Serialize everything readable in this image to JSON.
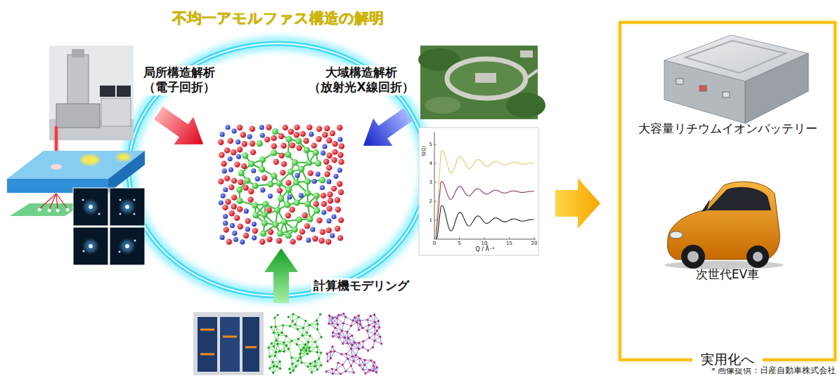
{
  "diagram": {
    "title": "不均一アモルファス構造の解明",
    "nodes": [
      {
        "text": [
          "大容量リチウムイオンバッテリー",
          "次世代EV車",
          "実用化へ"
        ]
      }
    ],
    "labels": [
      "局所構造解析 （電子回折）",
      "大域構造解析 （放射光X線回折）",
      "計算機モデリング",
      "S(Q)",
      "1",
      "2",
      "3",
      "4",
      "5",
      "0",
      "5",
      "10",
      "15",
      "20",
      "Q / Å⁻¹",
      "＊画像提供：日産自動車株式会社"
    ]
  }
}
